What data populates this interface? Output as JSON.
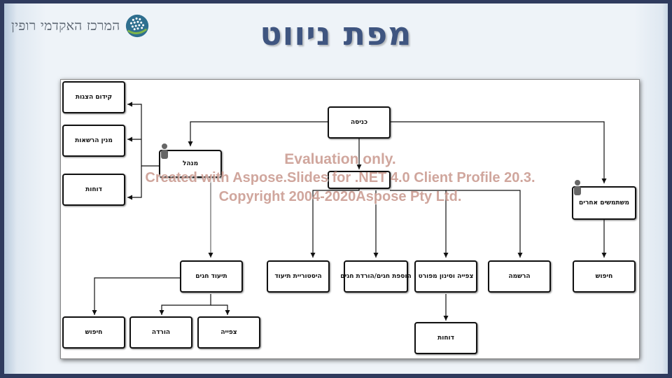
{
  "logo": {
    "text": "המרכז האקדמי רופין",
    "mark_color": "#2f6f8f"
  },
  "title": "מפת ניווט",
  "watermark": {
    "line1": "Evaluation only.",
    "line2": "Created with Aspose.Slides for .NET 4.0 Client Profile 20.3.",
    "line3": "Copyright 2004-2020Aspose Pty Ltd."
  },
  "colors": {
    "border": "#2f3b5e",
    "title": "#3f5580",
    "watermark": "#c8968c"
  },
  "diagram": {
    "nodes": {
      "root": "כניסה",
      "manager": "מנהל",
      "other_users": "משתמשים אחרים",
      "center": "",
      "top_left_1": "קידום הצגות",
      "top_left_2": "מנין הרשאות",
      "top_left_3": "דוחות",
      "mid_1": "תיעוד חגים",
      "mid_2": "היסטוריית תיעוד",
      "mid_3": "הוספת חגים/הורדת חגים",
      "mid_4": "צפייה וסינון מפורט",
      "mid_5": "הרשמה",
      "mid_6": "חיפוש",
      "bottom_1": "חיפוש",
      "bottom_2": "הורדה",
      "bottom_3": "צפייה",
      "bottom_4": "דוחות"
    }
  }
}
